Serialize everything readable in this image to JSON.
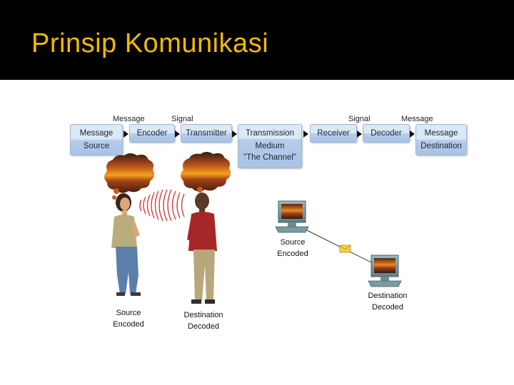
{
  "slide": {
    "title": "Prinsip Komunikasi"
  },
  "process": {
    "top_labels": [
      "Message",
      "Signal",
      "Signal",
      "Message"
    ],
    "boxes": [
      {
        "lines": [
          "Message",
          "Source"
        ]
      },
      {
        "lines": [
          "Encoder"
        ]
      },
      {
        "lines": [
          "Transmitter"
        ]
      },
      {
        "lines": [
          "Transmission",
          "Medium",
          "\"The Channel\""
        ]
      },
      {
        "lines": [
          "Receiver"
        ]
      },
      {
        "lines": [
          "Decoder"
        ]
      },
      {
        "lines": [
          "Message",
          "Destination"
        ]
      }
    ]
  },
  "people": {
    "source_caption": [
      "Source",
      "Encoded"
    ],
    "destination_caption": [
      "Destination",
      "Decoded"
    ]
  },
  "computers": {
    "source_caption": [
      "Source",
      "Encoded"
    ],
    "destination_caption": [
      "Destination",
      "Decoded"
    ]
  },
  "colors": {
    "title": "#f2b900",
    "title_bar": "#000000",
    "box_top": "#dbe8f6",
    "box_bottom": "#a9c3e6"
  }
}
